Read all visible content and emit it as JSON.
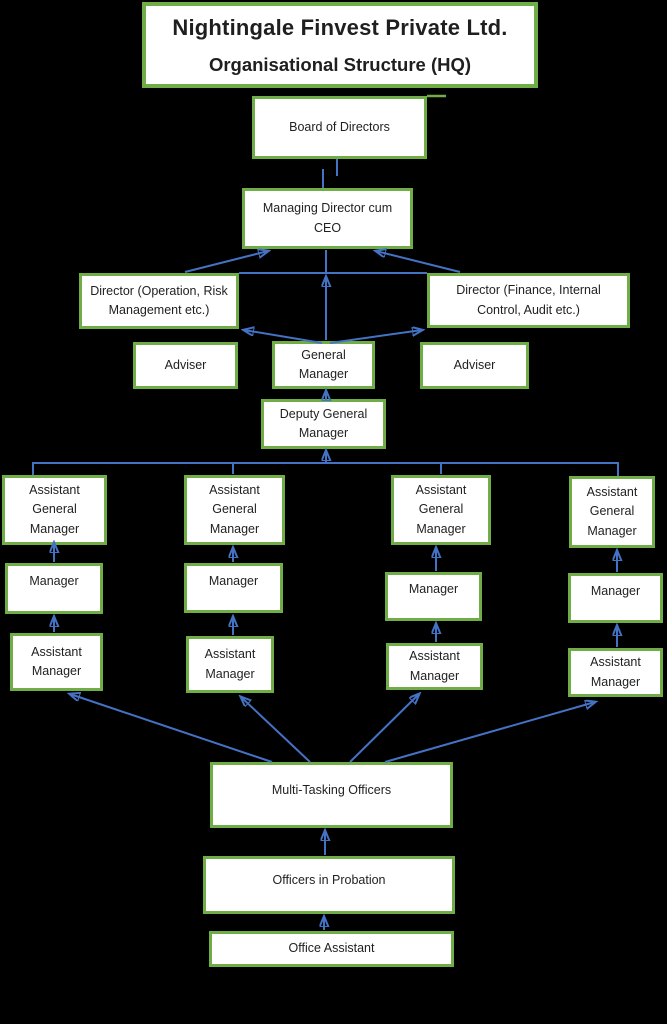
{
  "colors": {
    "background": "#000000",
    "box_border_green": "#70AD47",
    "box_fill": "#FFFFFF",
    "arrow_blue": "#4472C4",
    "text": "#1F1F1F"
  },
  "title": {
    "line1": "Nightingale Finvest Private Ltd.",
    "line2": "Organisational Structure (HQ)"
  },
  "nodes": {
    "board": {
      "label": "Board of Directors"
    },
    "managing_director": {
      "label": "Managing Director cum CEO"
    },
    "director_operation": {
      "label": "Director (Operation, Risk Management etc.)"
    },
    "director_finance": {
      "label": "Director (Finance, Internal Control, Audit etc.)"
    },
    "adviser_left": {
      "label": "Adviser"
    },
    "general_manager": {
      "label": "General Manager"
    },
    "adviser_right": {
      "label": "Adviser"
    },
    "deputy_general_manager": {
      "label": "Deputy General Manager"
    },
    "multi_tasking_officers": {
      "label": "Multi-Tasking Officers"
    },
    "officers_in_probation": {
      "label": "Officers in Probation"
    },
    "office_assistant": {
      "label": "Office Assistant"
    }
  },
  "columns": [
    {
      "agm": "Assistant General Manager",
      "manager": "Manager",
      "assistant_manager": "Assistant Manager"
    },
    {
      "agm": "Assistant General Manager",
      "manager": "Manager",
      "assistant_manager": "Assistant Manager"
    },
    {
      "agm": "Assistant General Manager",
      "manager": "Manager",
      "assistant_manager": "Assistant Manager"
    },
    {
      "agm": "Assistant General Manager",
      "manager": "Manager",
      "assistant_manager": "Assistant Manager"
    }
  ]
}
